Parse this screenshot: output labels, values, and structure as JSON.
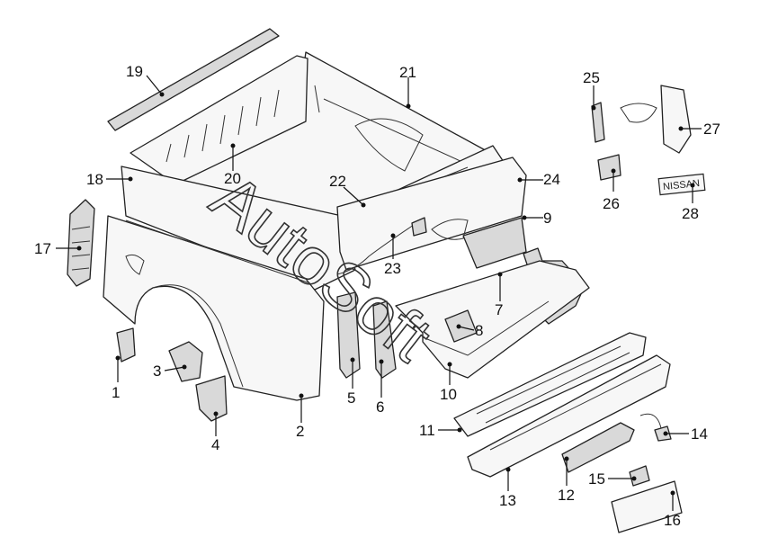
{
  "watermark": "AutoSoft",
  "badge_text": "NISSAN",
  "callouts": [
    "1",
    "2",
    "3",
    "4",
    "5",
    "6",
    "7",
    "8",
    "9",
    "10",
    "11",
    "12",
    "13",
    "14",
    "15",
    "16",
    "17",
    "18",
    "19",
    "20",
    "21",
    "22",
    "23",
    "24",
    "25",
    "26",
    "27",
    "28"
  ]
}
